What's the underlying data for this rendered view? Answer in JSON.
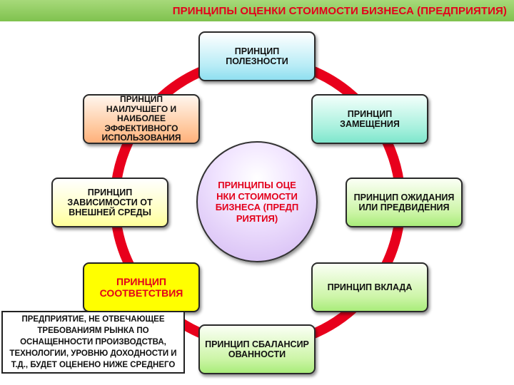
{
  "title": "ПРИНЦИПЫ ОЦЕНКИ СТОИМОСТИ БИЗНЕСА (ПРЕДПРИЯТИЯ)",
  "center_label": "ПРИНЦИПЫ ОЦЕНКИ СТОИМОСТИ БИЗНЕСА (ПРЕДПРИЯТИЯ)",
  "principles": {
    "utility": "ПРИНЦИП ПОЛЕЗНОСТИ",
    "replacement": "ПРИНЦИП ЗАМЕЩЕНИЯ",
    "expectation": "ПРИНЦИП ОЖИДАНИЯ ИЛИ ПРЕДВИДЕНИЯ",
    "contribution": "ПРИНЦИП ВКЛАДА",
    "balance": "ПРИНЦИП СБАЛАНСИРОВАННОСТИ",
    "conformity": "ПРИНЦИП СООТВЕТСТВИЯ",
    "dependence": "ПРИНЦИП ЗАВИСИМОСТИ ОТ ВНЕШНЕЙ СРЕДЫ",
    "best_use": "ПРИНЦИП НАИЛУЧШЕГО И НАИБОЛЕЕ ЭФФЕКТИВНОГО ИСПОЛЬЗОВАНИЯ"
  },
  "note": "ПРЕДПРИЯТИЕ, НЕ ОТВЕЧАЮЩЕЕ ТРЕБОВАНИЯМ РЫНКА ПО ОСНАЩЕННОСТИ ПРОИЗВОДСТВА, ТЕХНОЛОГИИ, УРОВНЮ ДОХОДНОСТИ И Т.Д., БУДЕТ ОЦЕНЕНО НИЖЕ СРЕДНЕГО",
  "colors": {
    "ring": "#e8001c",
    "title_text": "#e3001b",
    "title_bar": "#8dca5c",
    "conformity_fill": "#ffff00"
  }
}
